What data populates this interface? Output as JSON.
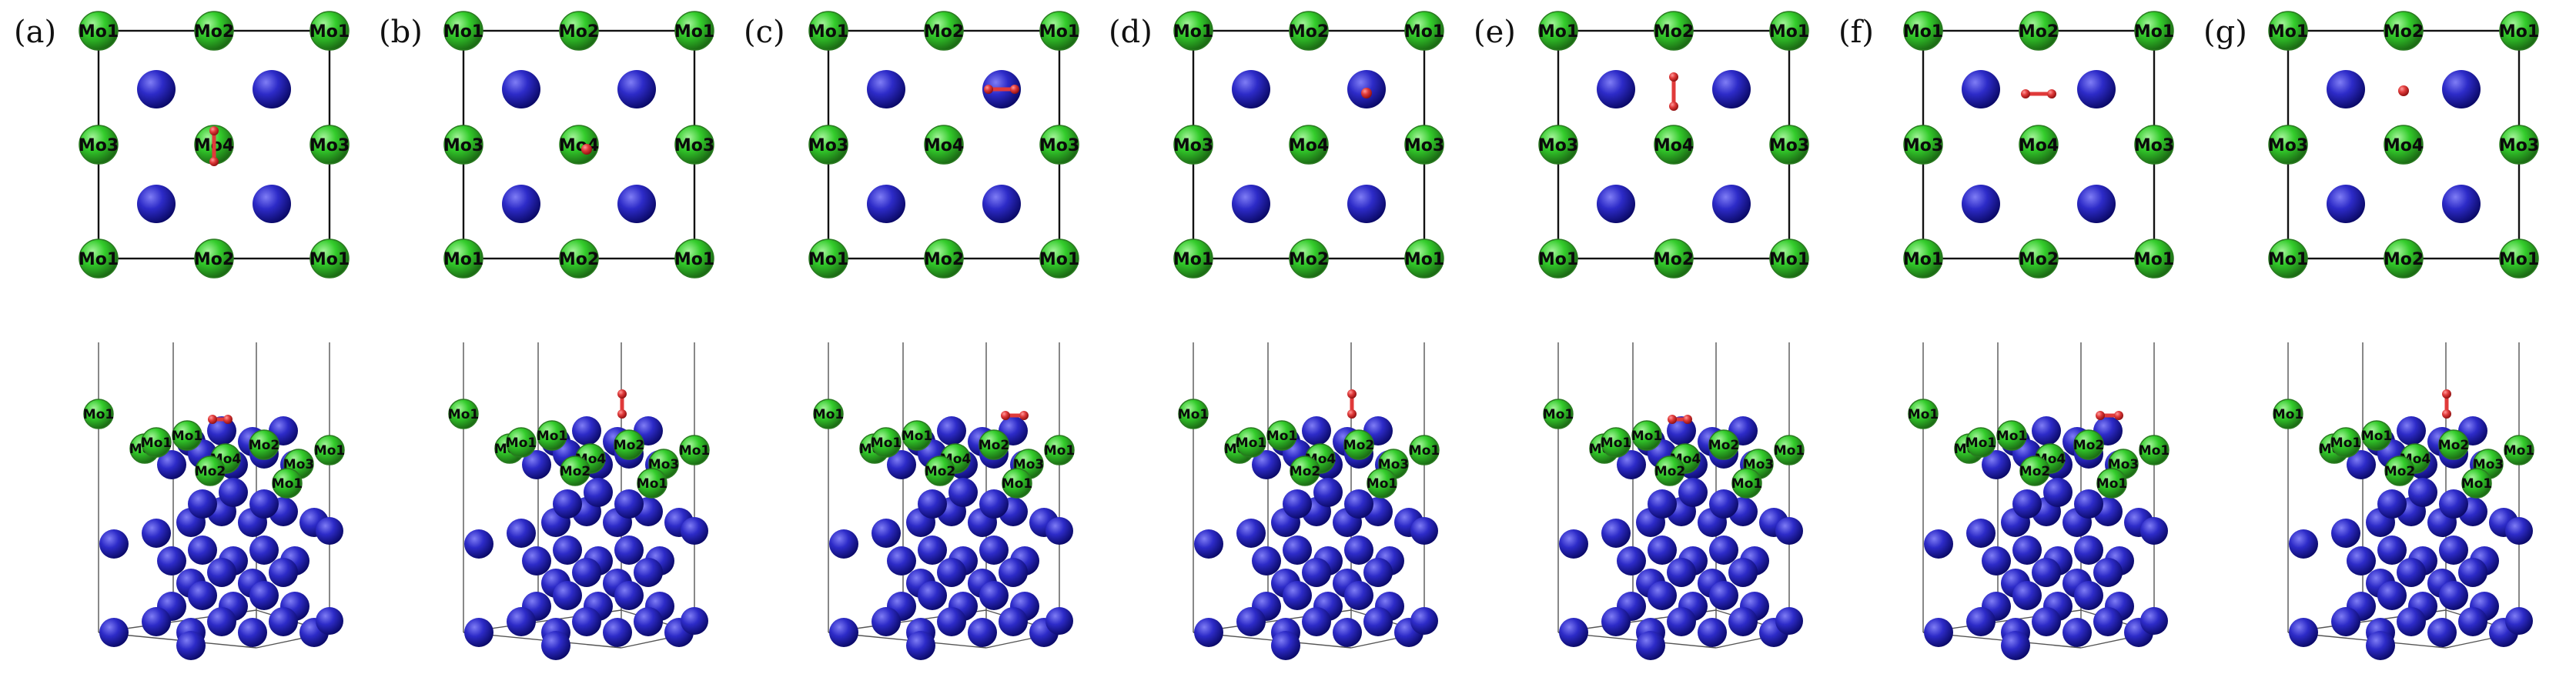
{
  "figure": {
    "atom_colors": {
      "mo": "#33cc2b",
      "mo_stroke": "#1b6a14",
      "substrate": "#2d2bc8",
      "substrate_light": "#7f7df5",
      "substrate_dark": "#0b0a6a",
      "adsorbate": "#e03a3a",
      "adsorbate_dark": "#8e1010",
      "frame": "#111111"
    },
    "mo_labels": {
      "mo1": "Mo1",
      "mo2": "Mo2",
      "mo3": "Mo3",
      "mo4": "Mo4"
    },
    "panels": [
      {
        "label": "(a)",
        "adsorbate_top": "vertical-on-Mo4",
        "adsorbate_side": "horizontal-low"
      },
      {
        "label": "(b)",
        "adsorbate_top": "dot-on-Mo4",
        "adsorbate_side": "vertical"
      },
      {
        "label": "(c)",
        "adsorbate_top": "horizontal-top-right",
        "adsorbate_side": "horizontal"
      },
      {
        "label": "(d)",
        "adsorbate_top": "dot-top-right",
        "adsorbate_side": "vertical"
      },
      {
        "label": "(e)",
        "adsorbate_top": "vertical-top-center",
        "adsorbate_side": "horizontal-low"
      },
      {
        "label": "(f)",
        "adsorbate_top": "horizontal-top-center",
        "adsorbate_side": "horizontal"
      },
      {
        "label": "(g)",
        "adsorbate_top": "dot-top-center",
        "adsorbate_side": "vertical"
      }
    ]
  }
}
